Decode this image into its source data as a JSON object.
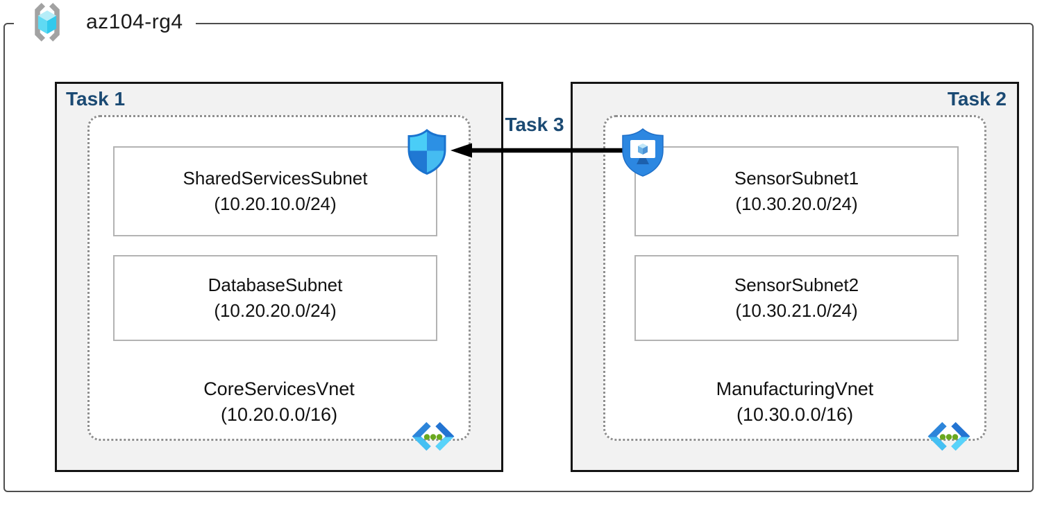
{
  "diagram": {
    "resource_group_label": "az104-rg4",
    "task1_label": "Task 1",
    "task2_label": "Task 2",
    "task3_label": "Task 3",
    "vnets": [
      {
        "name": "CoreServicesVnet",
        "cidr": "(10.20.0.0/16)",
        "subnets": [
          {
            "name": "SharedServicesSubnet",
            "cidr": "(10.20.10.0/24)"
          },
          {
            "name": "DatabaseSubnet",
            "cidr": "(10.20.20.0/24)"
          }
        ]
      },
      {
        "name": "ManufacturingVnet",
        "cidr": "(10.30.0.0/16)",
        "subnets": [
          {
            "name": "SensorSubnet1",
            "cidr": "(10.30.20.0/24)"
          },
          {
            "name": "SensorSubnet2",
            "cidr": "(10.30.21.0/24)"
          }
        ]
      }
    ],
    "connection": {
      "label": "Task 3",
      "direction": "right-to-left",
      "from_icon": "defender-monitor-shield-icon",
      "to_icon": "security-shield-icon"
    },
    "icons": {
      "resource_group": "resource-group-icon",
      "virtual_network": "virtual-network-icon",
      "security_shield": "security-shield-icon",
      "defender_monitor": "defender-monitor-shield-icon"
    },
    "colors": {
      "task_label": "#1b4a73",
      "task_box_fill": "#f2f2f2",
      "task_box_border": "#141414",
      "outer_border": "#4d4d4d",
      "dashed_border": "#8f8f8f",
      "subnet_border": "#b3b3b3",
      "arrow": "#000000",
      "shield_light": "#4acdf7",
      "shield_blue": "#2c90e4",
      "vnet_chevron_blue": "#2d85da",
      "vnet_chevron_cyan": "#45c0f3",
      "vnet_dot_green": "#69a81f"
    }
  }
}
